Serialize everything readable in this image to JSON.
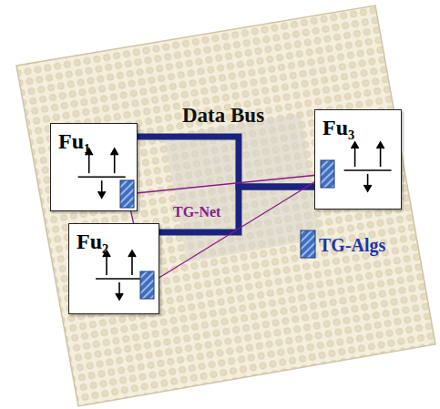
{
  "diagram": {
    "nodes": [
      {
        "text": [
          "Fu₁"
        ]
      },
      {
        "text": [
          "Fu₂"
        ]
      },
      {
        "text": [
          "Fu₃"
        ]
      }
    ],
    "edges": [
      {
        "from": 0,
        "to": 2,
        "arrow": "none"
      },
      {
        "from": 1,
        "to": 2,
        "arrow": "none"
      },
      {
        "from": 0,
        "to": 1,
        "arrow": "none"
      },
      {
        "from": 0,
        "to": 2,
        "arrow": "none"
      },
      {
        "from": 1,
        "to": 2,
        "arrow": "none"
      }
    ],
    "labels": [
      "Data Bus",
      "TG-Net",
      "TG-Algs"
    ]
  }
}
